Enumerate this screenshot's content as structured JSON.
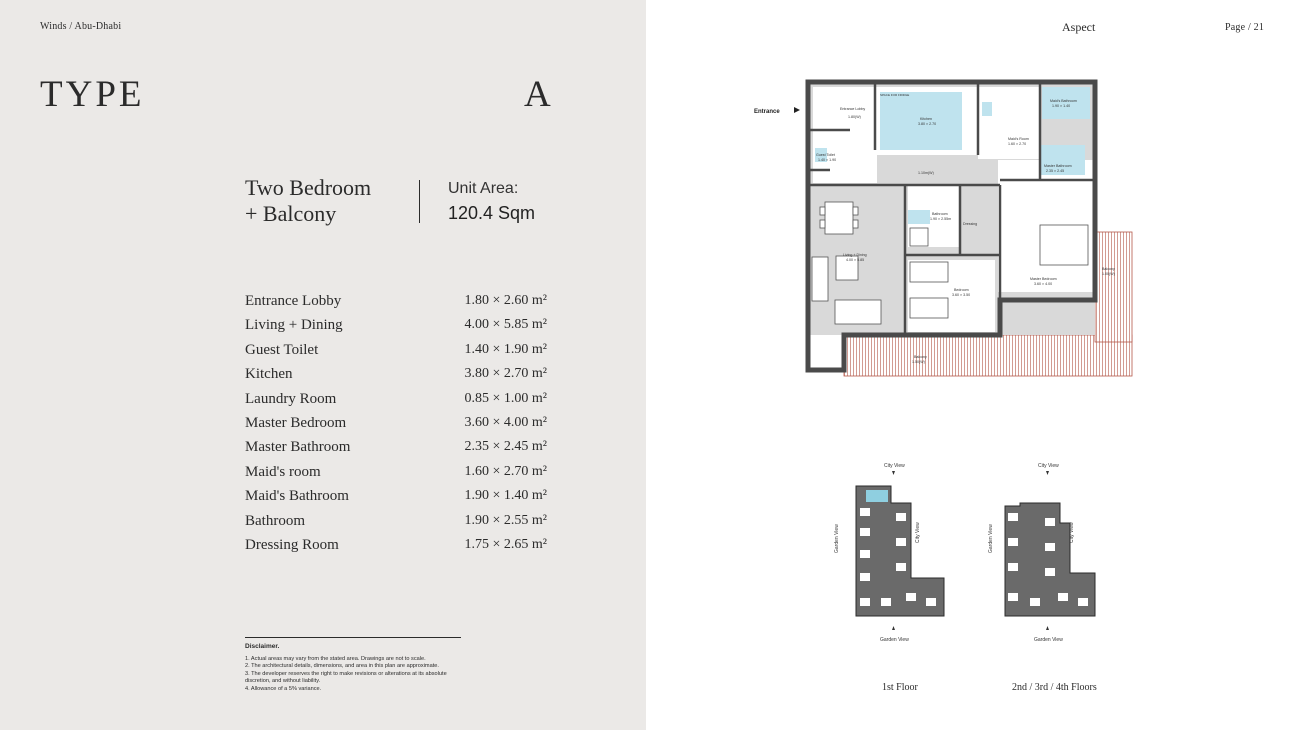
{
  "header": {
    "brand": "Winds / Abu-Dhabi",
    "section": "Aspect",
    "page": "Page / 21"
  },
  "unit": {
    "type_word": "TYPE",
    "type_letter": "A",
    "name_line1": "Two Bedroom",
    "name_line2": "+ Balcony",
    "area_label": "Unit Area:",
    "area_value": "120.4 Sqm"
  },
  "rooms": [
    {
      "name": "Entrance Lobby",
      "size": "1.80 × 2.60 m²"
    },
    {
      "name": "Living + Dining",
      "size": "4.00 × 5.85 m²"
    },
    {
      "name": "Guest Toilet",
      "size": "1.40 × 1.90 m²"
    },
    {
      "name": "Kitchen",
      "size": "3.80 × 2.70 m²"
    },
    {
      "name": "Laundry Room",
      "size": "0.85 × 1.00 m²"
    },
    {
      "name": "Master Bedroom",
      "size": "3.60 × 4.00 m²"
    },
    {
      "name": "Master Bathroom",
      "size": "2.35 × 2.45 m²"
    },
    {
      "name": "Maid's room",
      "size": "1.60 × 2.70 m²"
    },
    {
      "name": "Maid's Bathroom",
      "size": "1.90 × 1.40 m²"
    },
    {
      "name": "Bathroom",
      "size": "1.90 × 2.55 m²"
    },
    {
      "name": "Dressing Room",
      "size": "1.75 × 2.65 m²"
    }
  ],
  "disclaimer": {
    "title": "Disclaimer.",
    "items": [
      "1.  Actual areas may vary from the stated area. Drawings are not to scale.",
      "2.  The architectural details, dimensions, and area in this plan are approximate.",
      "3.  The developer reserves the right to make revisions or alterations at its absolute",
      "     discretion, and without liability.",
      "4.  Allowance of a 5% variance."
    ]
  },
  "floorplan": {
    "entrance": "Entrance",
    "labels": {
      "entrance_lobby": "Entrance Lobby",
      "entrance_lobby_dim": "1.80(W)",
      "space_for_fridge": "SPACE FOR FRIDGE",
      "kitchen": "Kitchen",
      "kitchen_dim": "3.80 × 2.70",
      "guest_toilet": "Guest Toilet",
      "guest_toilet_dim": "1.40 × 1.90",
      "corridor_dim": "1.10m(W)",
      "maids_room": "Maid's Room",
      "maids_room_dim": "1.60 × 2.70",
      "maids_bathroom": "Maid's Bathroom",
      "maids_bathroom_dim": "1.90 × 1.40",
      "master_bathroom": "Master Bathroom",
      "master_bathroom_dim": "2.35 × 2.45",
      "bathroom": "Bathroom",
      "bathroom_dim": "1.90 × 2.55m",
      "dressing": "Dressing",
      "living": "Living + Dining",
      "living_dim": "4.00 × 5.85",
      "bedroom": "Bedroom",
      "bedroom_dim": "3.60 × 3.50",
      "master_bedroom": "Master Bedroom",
      "master_bedroom_dim": "3.60 × 4.00",
      "balcony_side": "Balcony",
      "balcony_side_dim": "1.00(W)",
      "balcony": "Balcony",
      "balcony_dim": "1.50(W)"
    }
  },
  "keyplans": {
    "city_view": "City View",
    "garden_view": "Garden View",
    "first_floor": "1st Floor",
    "upper_floors": "2nd / 3rd / 4th Floors"
  },
  "colors": {
    "left_panel_bg": "#ebe9e7",
    "wall": "#4a4a4a",
    "wet_area": "#bfe3ee",
    "floor": "#d9d9d9",
    "balcony": "#b5584a"
  }
}
